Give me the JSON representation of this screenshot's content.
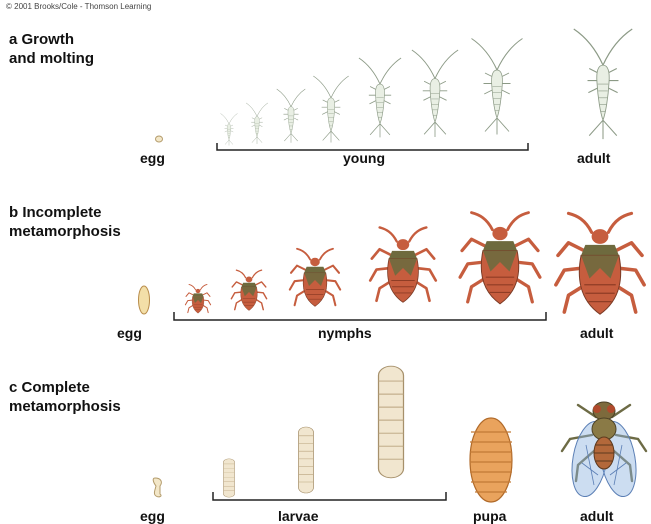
{
  "copyright": "© 2001 Brooks/Cole - Thomson Learning",
  "sections": [
    {
      "title": "a  Growth\nand molting",
      "labels": {
        "egg": "egg",
        "group": "young",
        "final": "adult"
      }
    },
    {
      "title": "b  Incomplete\nmetamorphosis",
      "labels": {
        "egg": "egg",
        "group": "nymphs",
        "final": "adult"
      }
    },
    {
      "title": "c  Complete\nmetamorphosis",
      "labels": {
        "egg": "egg",
        "group": "larvae",
        "pupa": "pupa",
        "final": "adult"
      }
    }
  ],
  "colors": {
    "silverfish": "#e9efe4",
    "silverfish_outline": "#8c9a86",
    "bug_red": "#c65d3e",
    "bug_dark": "#6e6a3e",
    "larva": "#f1e6cf",
    "pupa": "#e9a35d",
    "fly_wing": "#8fb3e0"
  }
}
